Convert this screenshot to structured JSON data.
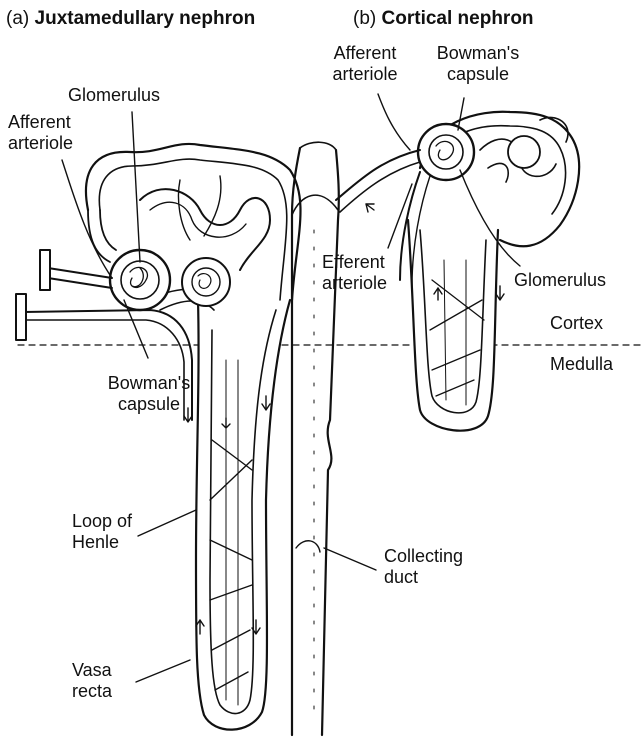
{
  "titles": {
    "a_prefix": "(a)",
    "a_name": "Juxtamedullary nephron",
    "b_prefix": "(b)",
    "b_name": "Cortical nephron"
  },
  "labels": {
    "glomerulus_a": "Glomerulus",
    "afferent_a_1": "Afferent",
    "afferent_a_2": "arteriole",
    "bowmans_a_1": "Bowman's",
    "bowmans_a_2": "capsule",
    "loop_1": "Loop of",
    "loop_2": "Henle",
    "vasa_1": "Vasa",
    "vasa_2": "recta",
    "afferent_b_1": "Afferent",
    "afferent_b_2": "arteriole",
    "bowmans_b_1": "Bowman's",
    "bowmans_b_2": "capsule",
    "efferent_b_1": "Efferent",
    "efferent_b_2": "arteriole",
    "glomerulus_b": "Glomerulus",
    "cortex": "Cortex",
    "medulla": "Medulla",
    "collecting_1": "Collecting",
    "collecting_2": "duct"
  },
  "colors": {
    "ink": "#111111",
    "tubule_fill": "#ffffff",
    "background": "#ffffff"
  }
}
